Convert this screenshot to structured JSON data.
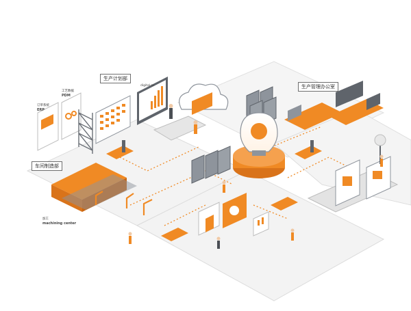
{
  "callouts": {
    "production_planning": "生产计划部",
    "production_office": "生产管理办公室",
    "workshop_manufacturing": "车间制造部"
  },
  "labels": {
    "order_system": "订单系统",
    "erp": "ERP",
    "process_data": "工艺数据",
    "pdm": "PDM",
    "panel_word": "digital as",
    "machining_cn": "加工",
    "machining_en": "machining center"
  },
  "colors": {
    "accent": "#f08a24",
    "accent_dark": "#d9731a",
    "steel": "#8e949c",
    "steel_dark": "#5f646b",
    "floor": "#f2f2f2"
  },
  "icons": [
    "lightbulb-icon",
    "cloud-icon",
    "server-rack-icon",
    "robot-arm-icon",
    "forklift-icon",
    "worker-icon"
  ]
}
